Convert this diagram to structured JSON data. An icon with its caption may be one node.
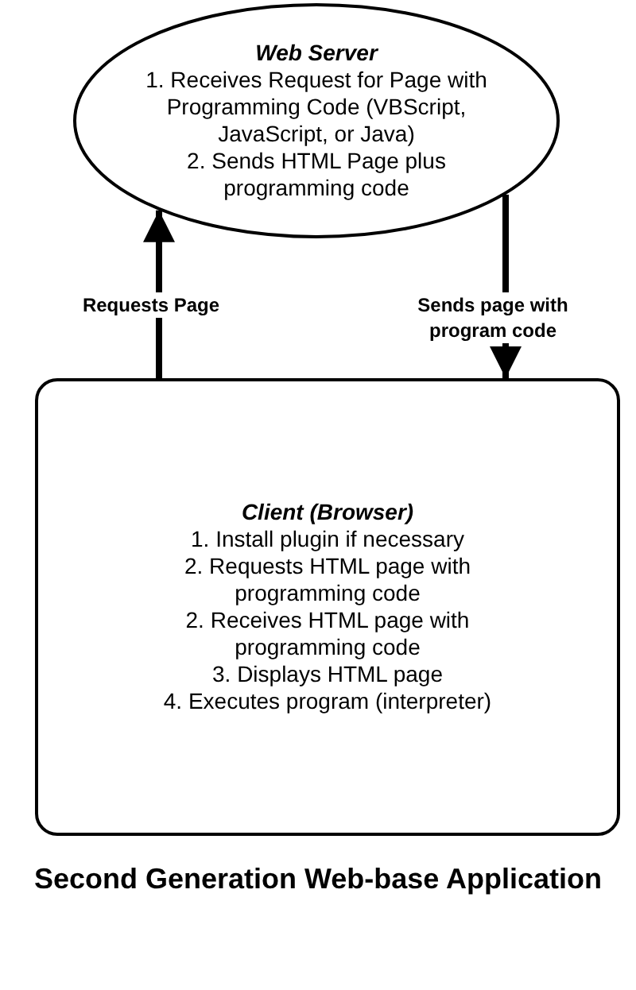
{
  "diagram": {
    "title": "Second Generation Web-base Application",
    "nodes": [
      {
        "text": [
          "Web Server",
          "1. Receives Request for Page with Programming Code (VBScript, JavaScript, or Java)",
          "2. Sends HTML Page plus programming code"
        ]
      },
      {
        "text": [
          "Client (Browser)",
          "1. Install plugin if necessary",
          "2. Requests HTML page with programming code",
          "2. Receives HTML page with programming code",
          "3. Displays HTML page",
          "4. Executes program (interpreter)"
        ]
      }
    ],
    "edges": [
      {
        "from": 1,
        "to": 0,
        "arrow": "to",
        "label": "Requests Page"
      },
      {
        "from": 0,
        "to": 1,
        "arrow": "to",
        "label": "Sends page with program code"
      }
    ]
  }
}
